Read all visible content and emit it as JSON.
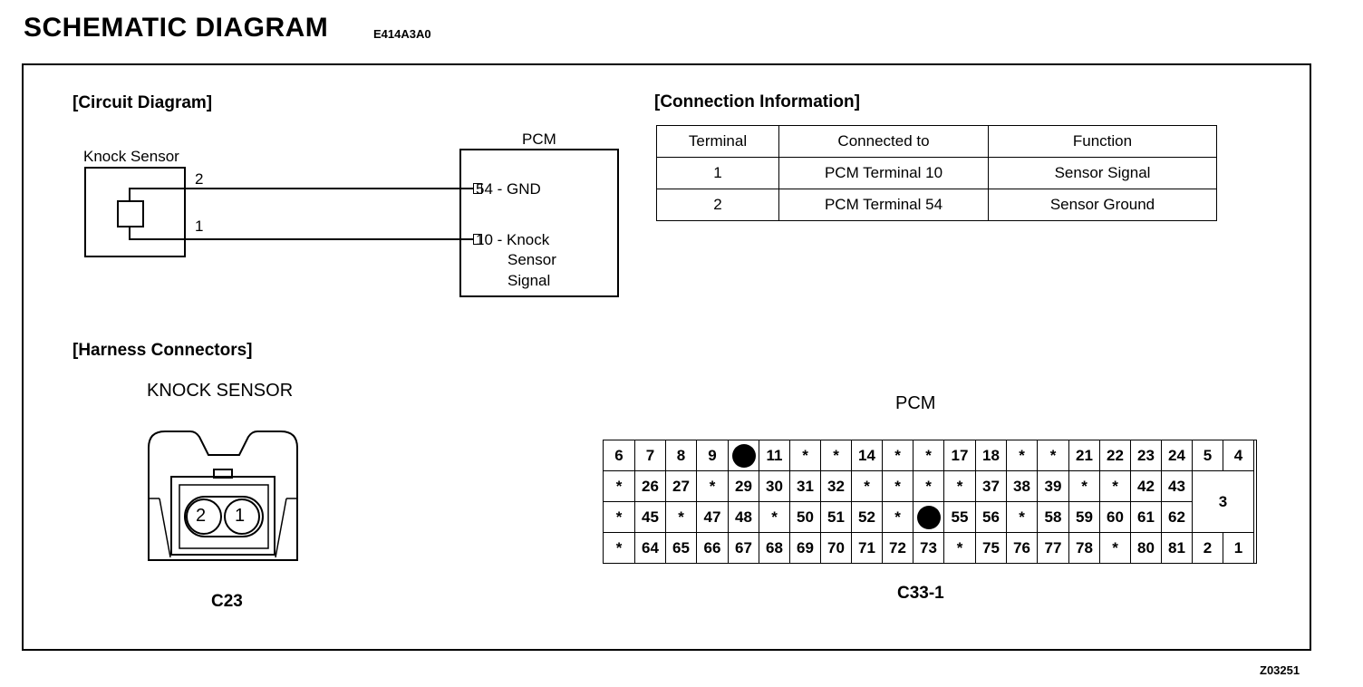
{
  "header": {
    "title": "SCHEMATIC  DIAGRAM",
    "code": "E414A3A0"
  },
  "footer_code": "Z03251",
  "circuit": {
    "heading": "[Circuit Diagram]",
    "sensor_label": "Knock Sensor",
    "pin_2": "2",
    "pin_1": "1",
    "pcm_label": "PCM",
    "pcm_terminal_54": "54 - GND",
    "pcm_terminal_10_line1": "10 - Knock",
    "pcm_terminal_10_line2": "Sensor",
    "pcm_terminal_10_line3": "Signal"
  },
  "connection": {
    "heading": "[Connection Information]",
    "columns": [
      "Terminal",
      "Connected to",
      "Function"
    ],
    "rows": [
      [
        "1",
        "PCM Terminal 10",
        "Sensor Signal"
      ],
      [
        "2",
        "PCM Terminal 54",
        "Sensor Ground"
      ]
    ]
  },
  "harness": {
    "heading": "[Harness Connectors]",
    "knock_title": "KNOCK SENSOR",
    "knock_pin_left": "2",
    "knock_pin_right": "1",
    "knock_code": "C23",
    "pcm_title": "PCM",
    "pcm_code": "C33-1",
    "pcm_rows": [
      [
        "6",
        "7",
        "8",
        "9",
        "●",
        "11",
        "*",
        "*",
        "14",
        "*",
        "*",
        "17",
        "18",
        "*",
        "*",
        "21",
        "22",
        "23",
        "24",
        "5",
        "4"
      ],
      [
        "*",
        "26",
        "27",
        "*",
        "29",
        "30",
        "31",
        "32",
        "*",
        "*",
        "*",
        "*",
        "37",
        "38",
        "39",
        "*",
        "*",
        "42",
        "43"
      ],
      [
        "*",
        "45",
        "*",
        "47",
        "48",
        "*",
        "50",
        "51",
        "52",
        "*",
        "●",
        "55",
        "56",
        "*",
        "58",
        "59",
        "60",
        "61",
        "62"
      ],
      [
        "*",
        "64",
        "65",
        "66",
        "67",
        "68",
        "69",
        "70",
        "71",
        "72",
        "73",
        "*",
        "75",
        "76",
        "77",
        "78",
        "*",
        "80",
        "81",
        "2",
        "1"
      ]
    ],
    "pcm_big_cell": "3"
  }
}
